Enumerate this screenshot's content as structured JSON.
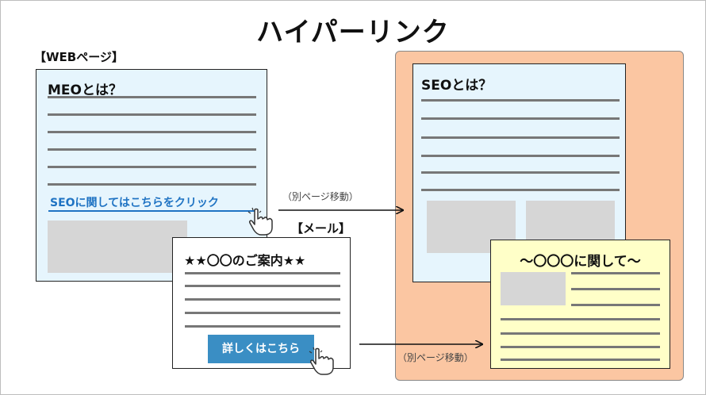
{
  "title": "ハイパーリンク",
  "web_label": "【WEBページ】",
  "mail_label": "【メール】",
  "web_page": {
    "heading": "MEOとは？",
    "link_text": "SEOに関してはこちらをクリック"
  },
  "seo_page": {
    "heading": "SEOとは？"
  },
  "mail": {
    "heading": "★★〇〇のご案内★★",
    "button": "詳しくはこちら"
  },
  "info_page": {
    "heading": "〜〇〇〇に関して〜"
  },
  "arrow_note_top": "（別ページ移動）",
  "arrow_note_bottom": "（別ページ移動）",
  "colors": {
    "page_blue": "#e6f5fd",
    "destination_bg": "#fbc6a2",
    "info_yellow": "#ffffc8",
    "link_blue": "#1f73c3",
    "button_blue": "#3a8ec4"
  },
  "icons": [
    "hand-pointer-icon"
  ]
}
